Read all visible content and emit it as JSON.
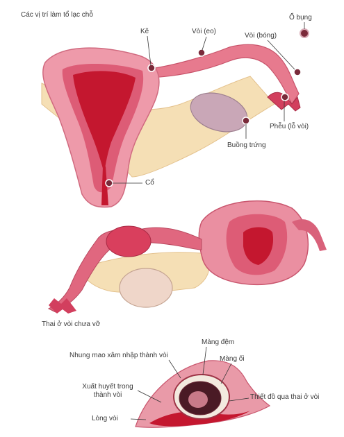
{
  "figure": {
    "title": "Các vị trí làm tổ lạc chỗ",
    "labels": {
      "o_bung": "Ổ bụng",
      "ke": "Kẽ",
      "voi_eo": "Vòi (eo)",
      "voi_bong": "Vòi (bóng)",
      "pheu": "Phễu (lỗ vòi)",
      "buong_trung": "Buồng trứng",
      "co": "Cổ"
    },
    "middle_caption": "Thai ở vòi chưa vỡ",
    "bottom_labels": {
      "nhung_mao": "Nhung mao xâm nhập thành vòi",
      "mang_dem": "Màng đệm",
      "mang_oi": "Màng ối",
      "xuat_huyet": "Xuất huyết trong thành vòi",
      "long_voi": "Lòng vòi",
      "thiet_do": "Thiết đồ qua thai ở vòi"
    },
    "colors": {
      "uterus_outer": "#e9899a",
      "uterus_inner": "#d2425f",
      "cavity": "#c4172f",
      "tissue_pale": "#f3d9a8",
      "ovary": "#c9a7b7",
      "fetus": "#8a4a5a"
    }
  }
}
